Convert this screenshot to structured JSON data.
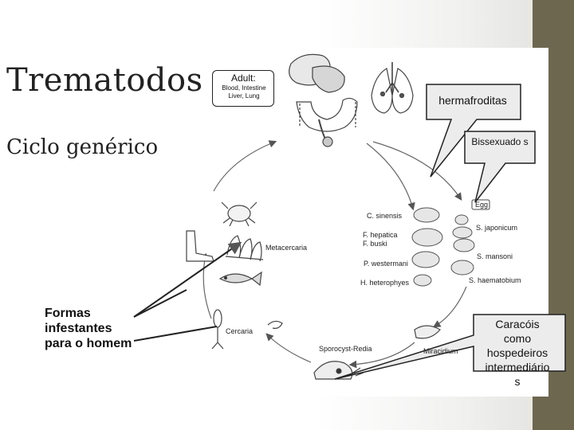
{
  "slide": {
    "title": "Trematodos",
    "subtitle": "Ciclo genérico"
  },
  "callouts": {
    "hermafroditas": "hermafroditas",
    "bissexuados": "Bissexuado s",
    "formas": [
      "Formas",
      "infestantes",
      "para o homem"
    ],
    "caracois": [
      "Caracóis",
      "como",
      "hospedeiros",
      "intermediário",
      "s"
    ]
  },
  "diagram": {
    "adult_title": "Adult:",
    "adult_sites": [
      "Blood, Intestine",
      "Liver, Lung"
    ],
    "egg": "Egg",
    "species_left": [
      "C. sinensis",
      "F. hepatica",
      "F. buski",
      "P. westermani",
      "H. heterophyes"
    ],
    "species_right": [
      "S. japonicum",
      "S. mansoni",
      "S. haematobium"
    ],
    "stages": {
      "metacercaria": "Metacercaria",
      "cercaria": "Cercaria",
      "sporocyst": "Sporocyst-Redia",
      "miracidium": "Miracidium"
    }
  },
  "colors": {
    "right_bar": "#6d6750",
    "callout_fill": "#ededed",
    "text": "#111111"
  }
}
